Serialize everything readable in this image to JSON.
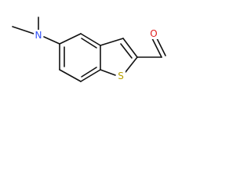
{
  "molecule": {
    "atoms": {
      "n": {
        "symbol": "N",
        "color": "#3050f8"
      },
      "s": {
        "symbol": "S",
        "color": "#b8a000"
      },
      "o": {
        "symbol": "O",
        "color": "#e02020"
      }
    }
  }
}
